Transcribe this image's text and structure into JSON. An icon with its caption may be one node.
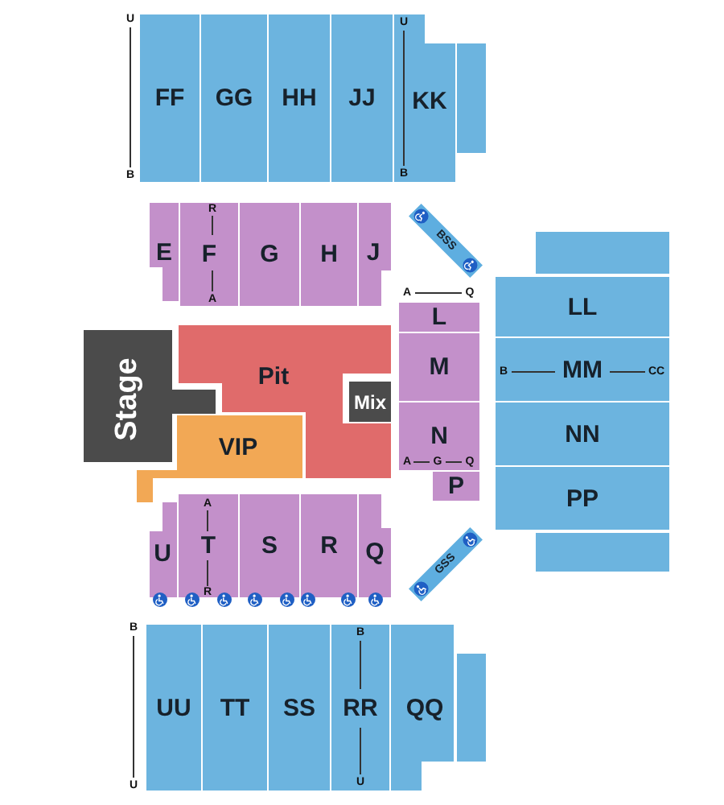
{
  "diagram": {
    "nodes": [
      {
        "text": [
          "FF"
        ]
      },
      {
        "text": [
          "GG"
        ]
      },
      {
        "text": [
          "HH"
        ]
      },
      {
        "text": [
          "JJ"
        ]
      },
      {
        "text": [
          "KK"
        ]
      },
      {
        "text": [],
        "shape": "box"
      },
      {
        "text": [
          "E"
        ]
      },
      {
        "text": [
          "F"
        ]
      },
      {
        "text": [
          "G"
        ]
      },
      {
        "text": [
          "H"
        ]
      },
      {
        "text": [
          "J"
        ]
      },
      {
        "text": [
          "BSS"
        ]
      },
      {
        "text": [],
        "shape": "box"
      },
      {
        "text": [
          "Stage"
        ]
      },
      {
        "text": [
          "Pit"
        ]
      },
      {
        "text": [
          "Mix"
        ],
        "in": 14
      },
      {
        "text": [
          "L"
        ]
      },
      {
        "text": [
          "LL"
        ]
      },
      {
        "text": [
          "M"
        ]
      },
      {
        "text": [
          "MM"
        ]
      },
      {
        "text": [
          "N"
        ]
      },
      {
        "text": [
          "NN"
        ]
      },
      {
        "text": [
          "VIP"
        ]
      },
      {
        "text": [
          "P"
        ]
      },
      {
        "text": [
          "PP"
        ]
      },
      {
        "text": [],
        "shape": "box"
      },
      {
        "text": [
          "U"
        ]
      },
      {
        "text": [
          "T"
        ]
      },
      {
        "text": [
          "S"
        ]
      },
      {
        "text": [
          "R"
        ]
      },
      {
        "text": [
          "Q"
        ]
      },
      {
        "text": [
          "GSS"
        ]
      },
      {
        "text": [
          "UU"
        ]
      },
      {
        "text": [
          "TT"
        ]
      },
      {
        "text": [
          "SS"
        ]
      },
      {
        "text": [
          "RR"
        ]
      },
      {
        "text": [
          "QQ"
        ]
      },
      {
        "text": [],
        "shape": "box"
      }
    ],
    "labels": [
      "U",
      "U",
      "B",
      "B",
      "R",
      "A",
      "Q",
      "A",
      "B",
      "CC",
      "A",
      "G",
      "Q",
      "A",
      "R",
      "B",
      "B",
      "U",
      "U"
    ]
  }
}
